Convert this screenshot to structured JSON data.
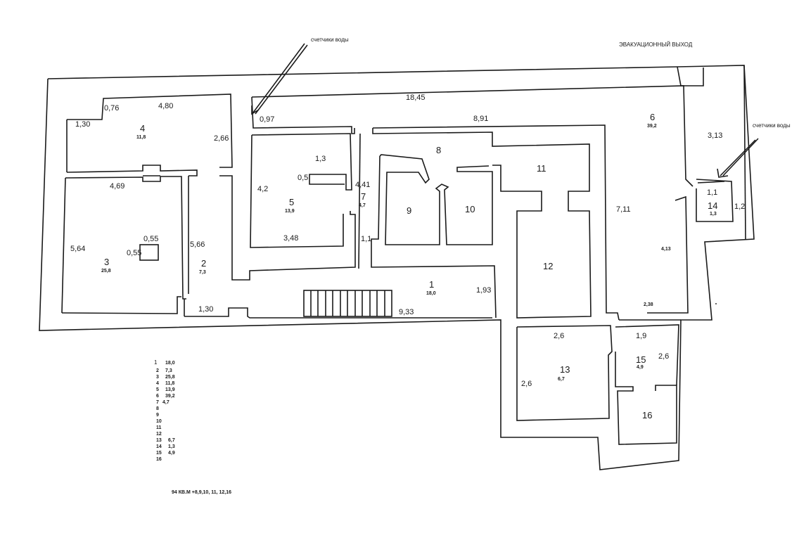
{
  "notes": {
    "water_meters_1": "счетчики воды",
    "water_meters_2": "счетчики воды",
    "evacuation_exit": "ЭВАКУАЦИОННЫЙ ВЫХОД"
  },
  "rooms": [
    {
      "id": "room-1",
      "number": "1",
      "area": "18,0"
    },
    {
      "id": "room-2",
      "number": "2",
      "area": "7,3"
    },
    {
      "id": "room-3",
      "number": "3",
      "area": "25,8"
    },
    {
      "id": "room-4",
      "number": "4",
      "area": "11,8"
    },
    {
      "id": "room-5",
      "number": "5",
      "area": "13,9"
    },
    {
      "id": "room-6",
      "number": "6",
      "area": "39,2"
    },
    {
      "id": "room-7",
      "number": "7",
      "area": "4,7"
    },
    {
      "id": "room-8",
      "number": "8",
      "area": ""
    },
    {
      "id": "room-9",
      "number": "9",
      "area": ""
    },
    {
      "id": "room-10",
      "number": "10",
      "area": ""
    },
    {
      "id": "room-11",
      "number": "11",
      "area": ""
    },
    {
      "id": "room-12",
      "number": "12",
      "area": ""
    },
    {
      "id": "room-13",
      "number": "13",
      "area": "6,7"
    },
    {
      "id": "room-14",
      "number": "14",
      "area": "1,3"
    },
    {
      "id": "room-15",
      "number": "15",
      "area": "4,9"
    },
    {
      "id": "room-16",
      "number": "16",
      "area": ""
    }
  ],
  "dimensions": [
    "0,76",
    "4,80",
    "1,30",
    "2,66",
    "4,69",
    "5,64",
    "0,55",
    "0,55",
    "5,66",
    "1,30",
    "0,97",
    "18,45",
    "8,91",
    "1,3",
    "0,5",
    "4,2",
    "4,41",
    "3,48",
    "1,1",
    "1,93",
    "9,33",
    "7,11",
    "3,13",
    "1,1",
    "1,2",
    "4,13",
    "2,38",
    "2,6",
    "1,9",
    "2,6",
    "2,6"
  ],
  "area_table": [
    {
      "n": "1",
      "a": "18,0"
    },
    {
      "n": "2",
      "a": "7,3"
    },
    {
      "n": "3",
      "a": "25,8"
    },
    {
      "n": "4",
      "a": "11,8"
    },
    {
      "n": "5",
      "a": "13,9"
    },
    {
      "n": "6",
      "a": "39,2"
    },
    {
      "n": "7",
      "a": "4,7"
    },
    {
      "n": "8",
      "a": ""
    },
    {
      "n": "9",
      "a": ""
    },
    {
      "n": "10",
      "a": ""
    },
    {
      "n": "11",
      "a": ""
    },
    {
      "n": "12",
      "a": ""
    },
    {
      "n": "13",
      "a": "6,7"
    },
    {
      "n": "14",
      "a": "1,3"
    },
    {
      "n": "15",
      "a": "4,9"
    },
    {
      "n": "16",
      "a": ""
    }
  ],
  "total_note": "94 КВ.М +8,9,10, 11, 12,16"
}
